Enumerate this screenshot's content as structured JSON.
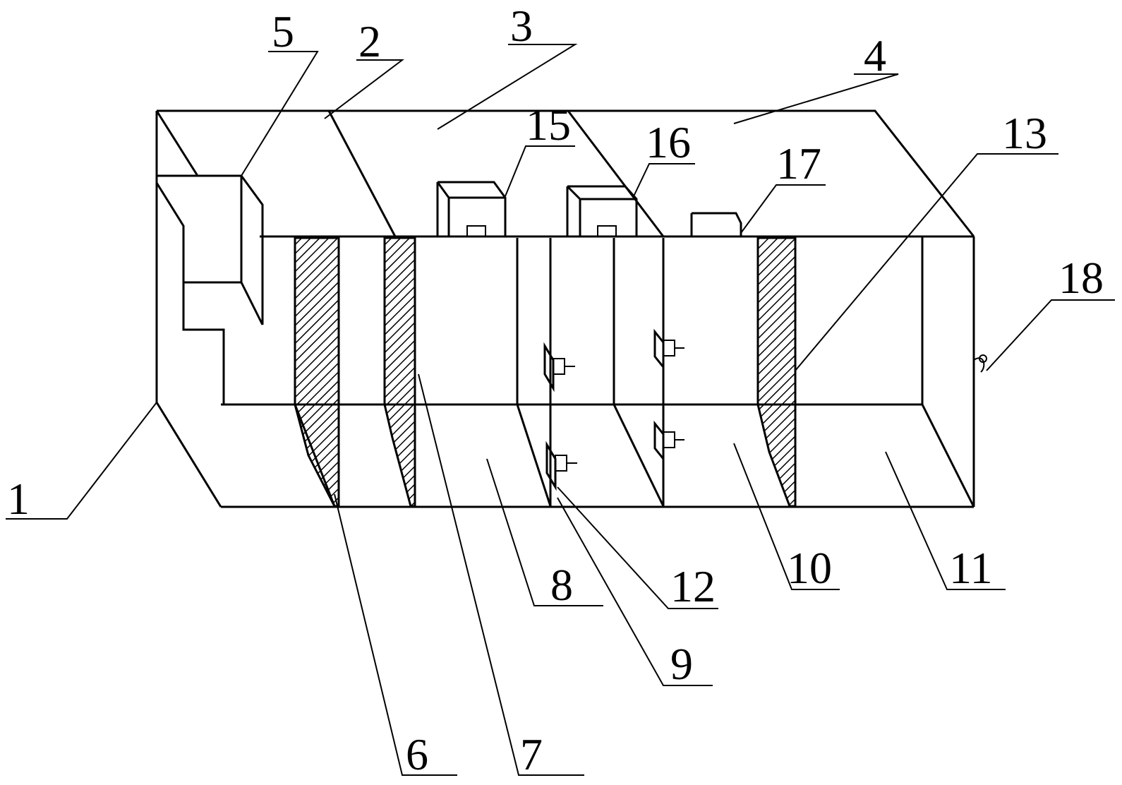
{
  "labels": {
    "l1": "1",
    "l2": "2",
    "l3": "3",
    "l4": "4",
    "l5": "5",
    "l6": "6",
    "l7": "7",
    "l8": "8",
    "l9": "9",
    "l10": "10",
    "l11": "11",
    "l12": "12",
    "l13": "13",
    "l15": "15",
    "l16": "16",
    "l17": "17",
    "l18": "18"
  }
}
